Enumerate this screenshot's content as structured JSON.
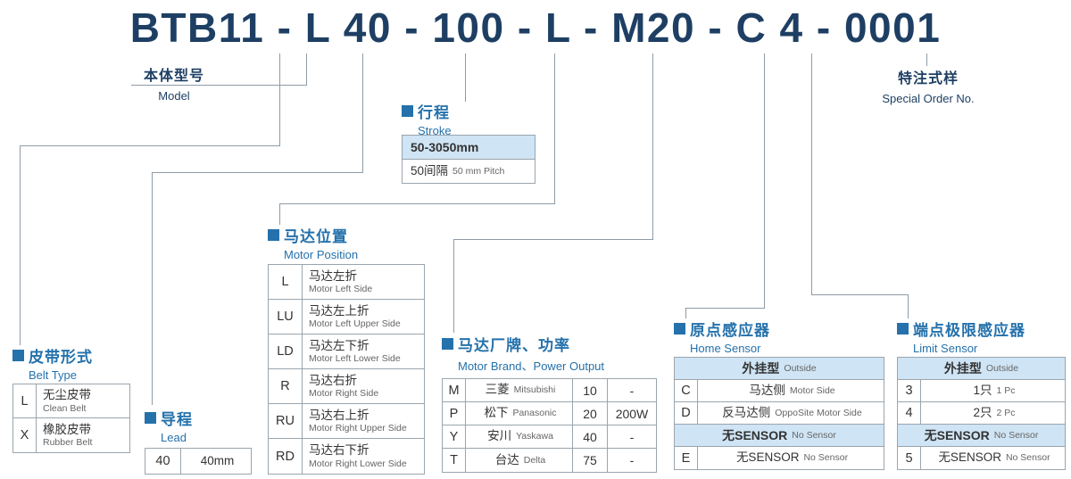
{
  "model_code": {
    "text": "BTB11 - L 40 - 100 - L - M20 - C 4 - 0001"
  },
  "labels": {
    "model": {
      "zh": "本体型号",
      "en": "Model"
    },
    "special_order": {
      "zh": "特注式样",
      "en": "Special Order No."
    }
  },
  "sections": {
    "belt_type": {
      "title_zh": "皮带形式",
      "title_en": "Belt Type",
      "rows": [
        {
          "code": "L",
          "zh": "无尘皮带",
          "en": "Clean Belt"
        },
        {
          "code": "X",
          "zh": "橡胶皮带",
          "en": "Rubber Belt"
        }
      ]
    },
    "lead": {
      "title_zh": "导程",
      "title_en": "Lead",
      "rows": [
        {
          "code": "40",
          "value": "40mm"
        }
      ]
    },
    "stroke": {
      "title_zh": "行程",
      "title_en": "Stroke",
      "range": "50-3050mm",
      "pitch_zh": "50间隔",
      "pitch_en": "50 mm Pitch"
    },
    "motor_position": {
      "title_zh": "马达位置",
      "title_en": "Motor Position",
      "rows": [
        {
          "code": "L",
          "zh": "马达左折",
          "en": "Motor Left Side"
        },
        {
          "code": "LU",
          "zh": "马达左上折",
          "en": "Motor Left Upper Side"
        },
        {
          "code": "LD",
          "zh": "马达左下折",
          "en": "Motor Left Lower Side"
        },
        {
          "code": "R",
          "zh": "马达右折",
          "en": "Motor Right Side"
        },
        {
          "code": "RU",
          "zh": "马达右上折",
          "en": "Motor Right Upper Side"
        },
        {
          "code": "RD",
          "zh": "马达右下折",
          "en": "Motor Right Lower Side"
        }
      ]
    },
    "motor_brand": {
      "title_zh": "马达厂牌、功率",
      "title_en": "Motor Brand、Power Output",
      "rows": [
        {
          "code": "M",
          "brand_zh": "三菱",
          "brand_en": "Mitsubishi",
          "power_code": "10",
          "power": "-"
        },
        {
          "code": "P",
          "brand_zh": "松下",
          "brand_en": "Panasonic",
          "power_code": "20",
          "power": "200W"
        },
        {
          "code": "Y",
          "brand_zh": "安川",
          "brand_en": "Yaskawa",
          "power_code": "40",
          "power": "-"
        },
        {
          "code": "T",
          "brand_zh": "台达",
          "brand_en": "Delta",
          "power_code": "75",
          "power": "-"
        }
      ]
    },
    "home_sensor": {
      "title_zh": "原点感应器",
      "title_en": "Home Sensor",
      "group_outside_zh": "外挂型",
      "group_outside_en": "Outside",
      "group_none_zh": "无SENSOR",
      "group_none_en": "No Sensor",
      "rows_outside": [
        {
          "code": "C",
          "zh": "马达侧",
          "en": "Motor Side"
        },
        {
          "code": "D",
          "zh": "反马达侧",
          "en": "OppoSite Motor Side"
        }
      ],
      "rows_none": [
        {
          "code": "E",
          "zh": "无SENSOR",
          "en": "No Sensor"
        }
      ]
    },
    "limit_sensor": {
      "title_zh": "端点极限感应器",
      "title_en": "Limit Sensor",
      "group_outside_zh": "外挂型",
      "group_outside_en": "Outside",
      "group_none_zh": "无SENSOR",
      "group_none_en": "No Sensor",
      "rows_outside": [
        {
          "code": "3",
          "zh": "1只",
          "en": "1 Pc"
        },
        {
          "code": "4",
          "zh": "2只",
          "en": "2 Pc"
        }
      ],
      "rows_none": [
        {
          "code": "5",
          "zh": "无SENSOR",
          "en": "No Sensor"
        }
      ]
    }
  },
  "colors": {
    "model_text": "#1e3f63",
    "section_accent": "#2471ab",
    "highlight_row": "#cfe4f4",
    "connector_line": "#8f9ba6"
  }
}
